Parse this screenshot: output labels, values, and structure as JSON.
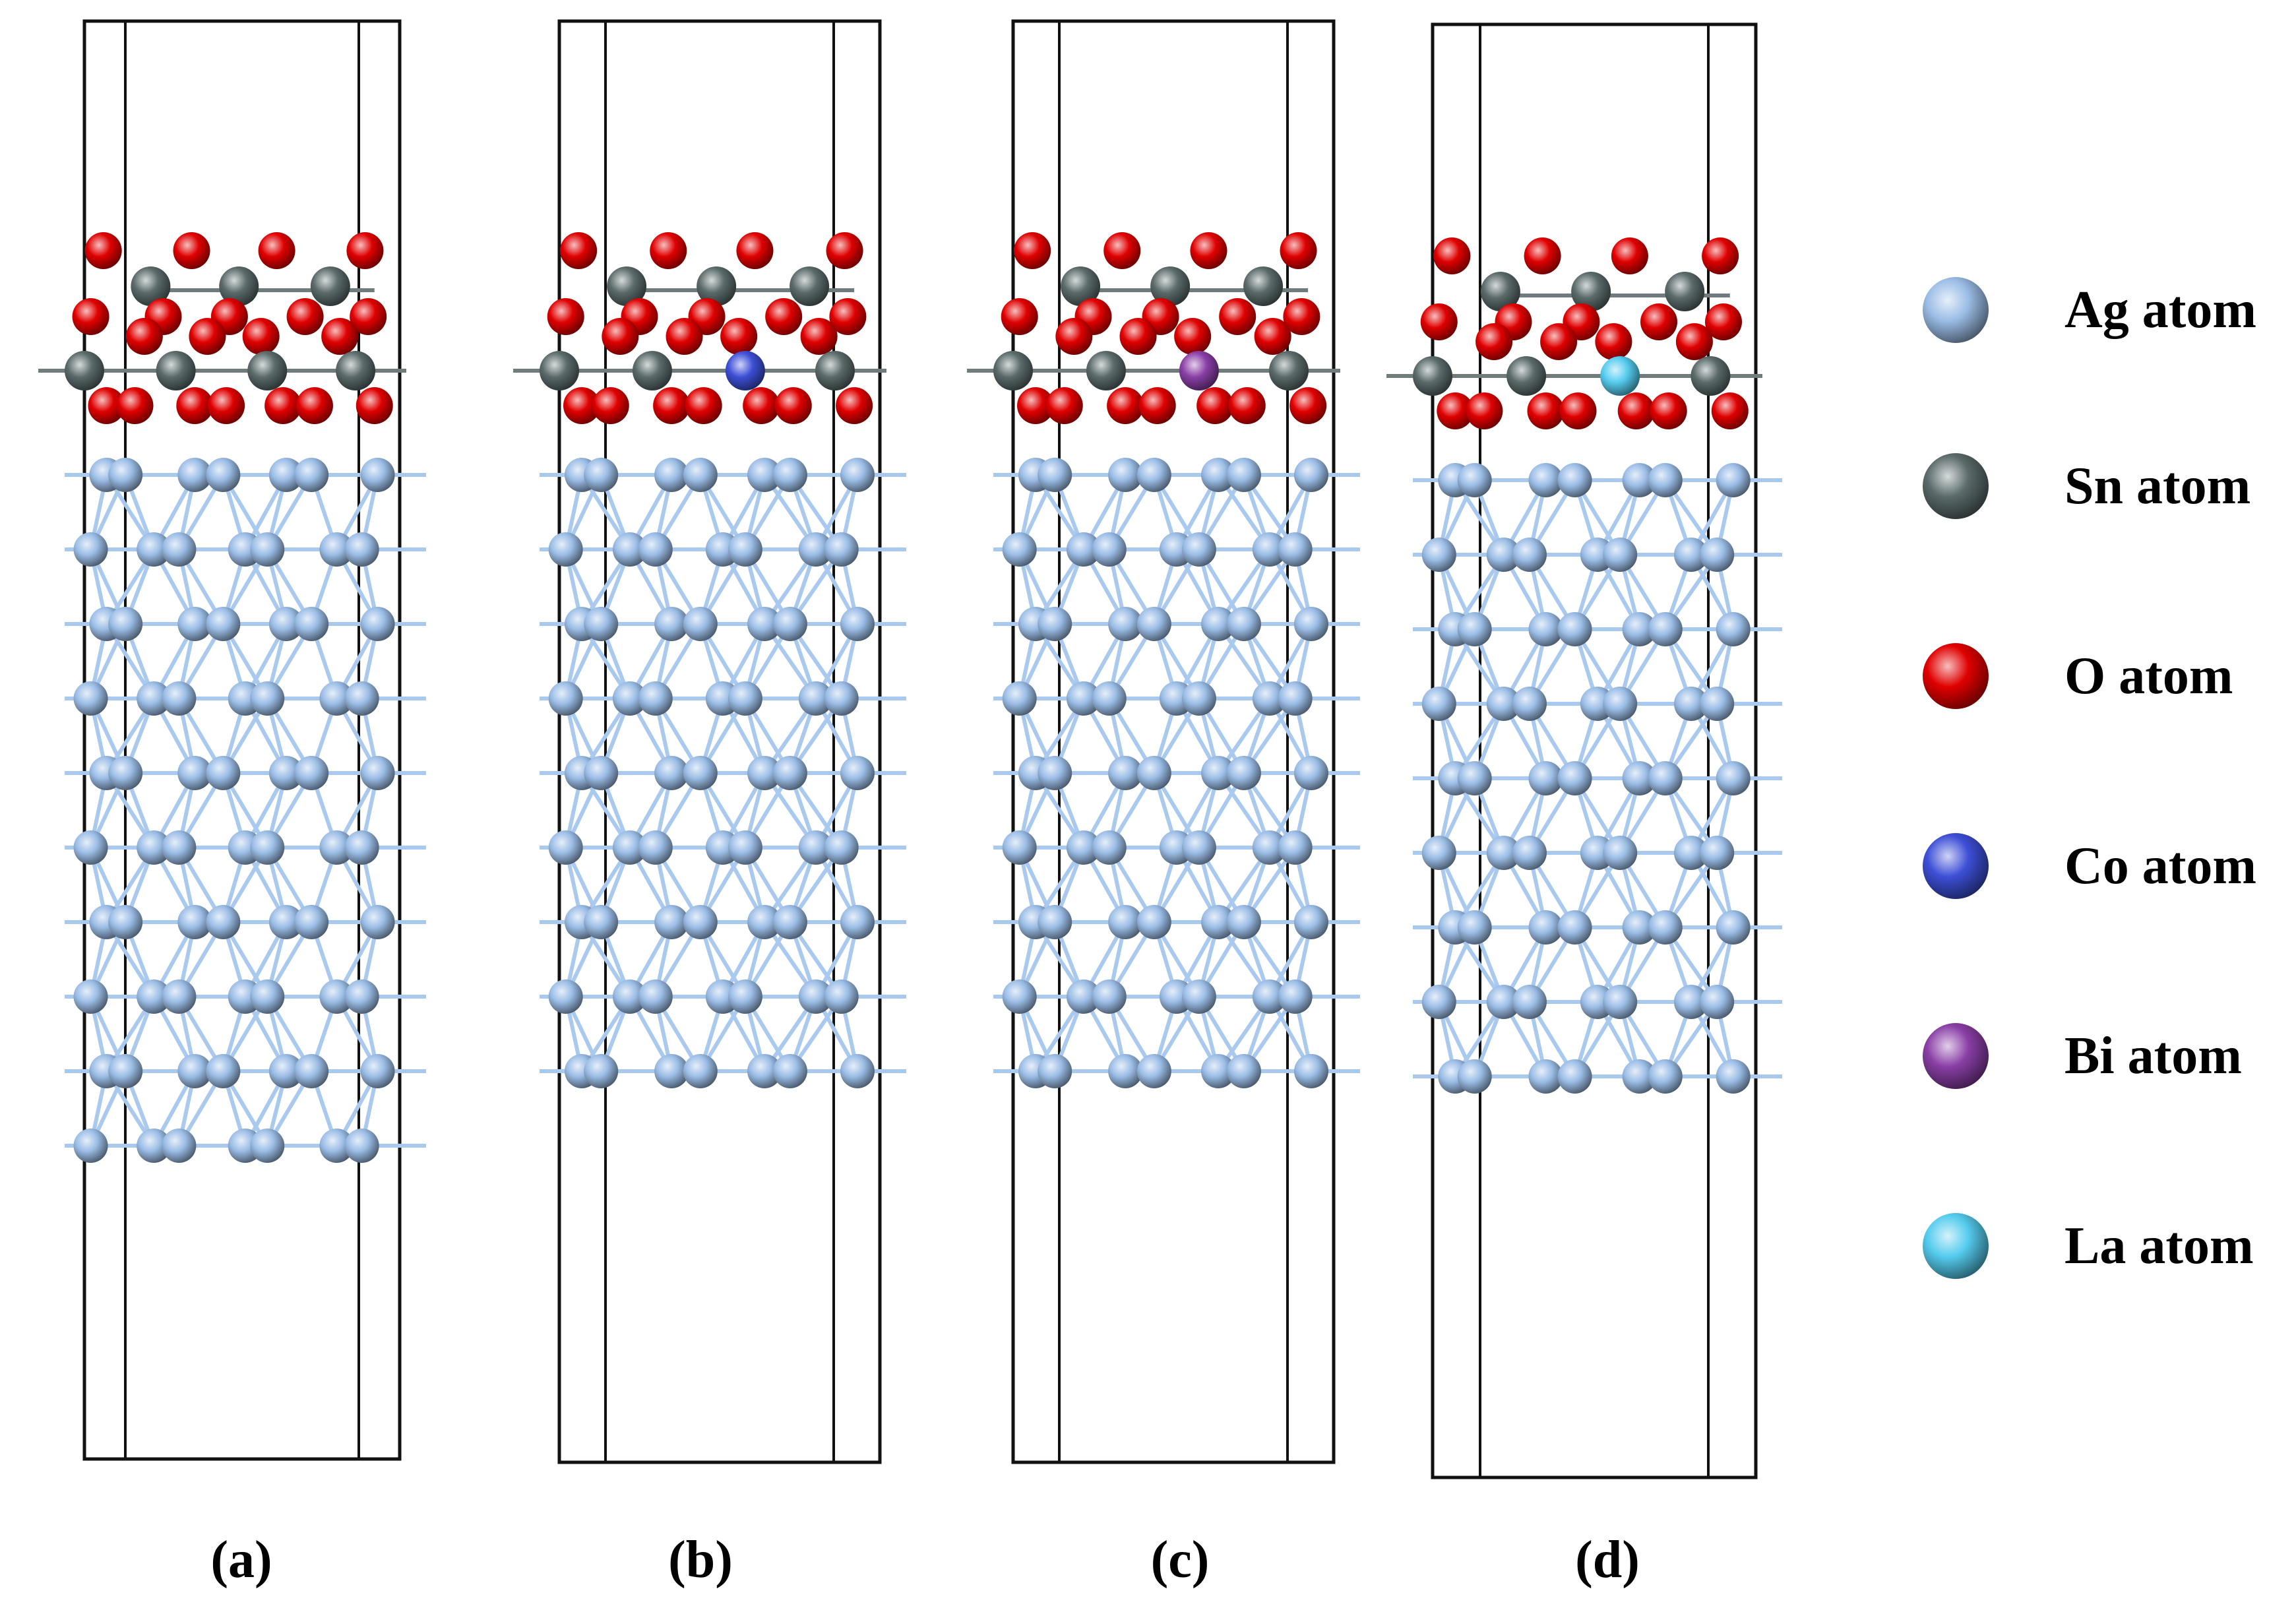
{
  "colors": {
    "Ag": "#9bbde6",
    "Sn": "#5b6a6a",
    "O": "#e00000",
    "Co": "#3d4fd6",
    "Bi": "#8a3fa6",
    "La": "#55ccee",
    "bond": "#a9c9ee",
    "cell": "#111111"
  },
  "panels": [
    {
      "id": "a",
      "label": "(a)",
      "dopant": null
    },
    {
      "id": "b",
      "label": "(b)",
      "dopant": "Co"
    },
    {
      "id": "c",
      "label": "(c)",
      "dopant": "Bi"
    },
    {
      "id": "d",
      "label": "(d)",
      "dopant": "La"
    }
  ],
  "legend": [
    {
      "element": "Ag",
      "label": "Ag atom",
      "icon": "ag-atom-icon"
    },
    {
      "element": "Sn",
      "label": "Sn atom",
      "icon": "sn-atom-icon"
    },
    {
      "element": "O",
      "label": "O atom",
      "icon": "o-atom-icon"
    },
    {
      "element": "Co",
      "label": "Co atom",
      "icon": "co-atom-icon"
    },
    {
      "element": "Bi",
      "label": "Bi atom",
      "icon": "bi-atom-icon"
    },
    {
      "element": "La",
      "label": "La atom",
      "icon": "la-atom-icon"
    }
  ]
}
